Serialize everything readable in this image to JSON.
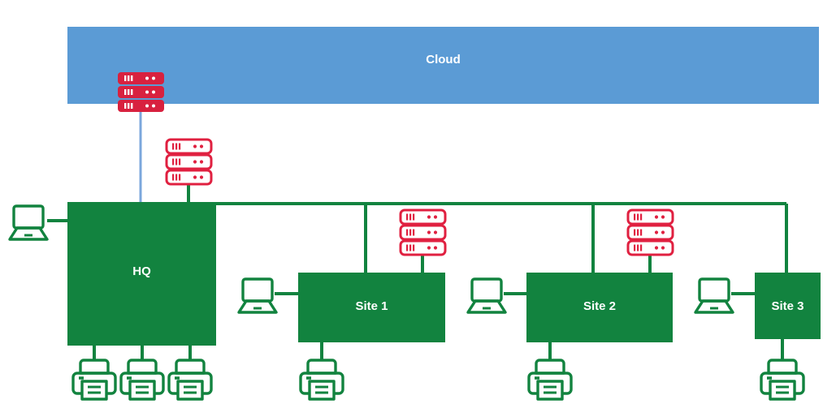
{
  "diagram": {
    "type": "network-topology",
    "title_visible": false,
    "background": "#ffffff"
  },
  "colors": {
    "cloud_blue": "#5B9BD5",
    "site_green": "#12833F",
    "line_green": "#12833F",
    "server_red": "#D8213F",
    "server_red_outline": "#E02040",
    "server_fill_white": "#ffffff",
    "link_blue": "#7BA7DC",
    "label_white": "#ffffff"
  },
  "nodes": {
    "cloud": {
      "label": "Cloud",
      "shape": "rectangle",
      "fill": "#5B9BD5"
    },
    "hq": {
      "label": "HQ",
      "shape": "rectangle",
      "fill": "#12833F"
    },
    "site1": {
      "label": "Site 1",
      "shape": "rectangle",
      "fill": "#12833F"
    },
    "site2": {
      "label": "Site 2",
      "shape": "rectangle",
      "fill": "#12833F"
    },
    "site3": {
      "label": "Site 3",
      "shape": "rectangle",
      "fill": "#12833F"
    }
  },
  "icons": {
    "server_solid": {
      "name": "server-stack-icon",
      "style": "solid-red",
      "units": 3
    },
    "server_outline": {
      "name": "server-stack-icon",
      "style": "outline-red",
      "units": 3
    },
    "laptop": {
      "name": "laptop-icon",
      "style": "outline-green"
    },
    "printer": {
      "name": "printer-icon",
      "style": "outline-green"
    }
  },
  "devices": {
    "servers": [
      {
        "id": "server-cloud",
        "style": "solid",
        "attached_to": "cloud",
        "link_color": "#7BA7DC"
      },
      {
        "id": "server-hq",
        "style": "outline",
        "attached_to": "hq",
        "link_color": "#12833F"
      },
      {
        "id": "server-site1",
        "style": "outline",
        "attached_to": "site1",
        "link_color": "#12833F"
      },
      {
        "id": "server-site2",
        "style": "outline",
        "attached_to": "site2",
        "link_color": "#12833F"
      }
    ],
    "laptops": [
      {
        "id": "laptop-hq",
        "attached_to": "hq"
      },
      {
        "id": "laptop-site1",
        "attached_to": "site1"
      },
      {
        "id": "laptop-site2",
        "attached_to": "site2"
      },
      {
        "id": "laptop-site3",
        "attached_to": "site3"
      }
    ],
    "printers": [
      {
        "id": "printer-hq-1",
        "attached_to": "hq"
      },
      {
        "id": "printer-hq-2",
        "attached_to": "hq"
      },
      {
        "id": "printer-hq-3",
        "attached_to": "hq"
      },
      {
        "id": "printer-site1",
        "attached_to": "site1"
      },
      {
        "id": "printer-site2",
        "attached_to": "site2"
      },
      {
        "id": "printer-site3",
        "attached_to": "site3"
      }
    ]
  },
  "links": [
    {
      "from": "server-cloud",
      "to": "hq",
      "color": "#7BA7DC"
    },
    {
      "from": "server-hq",
      "to": "hq",
      "color": "#12833F"
    },
    {
      "from": "hq",
      "to": "site1",
      "color": "#12833F"
    },
    {
      "from": "hq",
      "to": "site2",
      "color": "#12833F"
    },
    {
      "from": "hq",
      "to": "site3",
      "color": "#12833F"
    },
    {
      "from": "server-site1",
      "to": "site1",
      "color": "#12833F"
    },
    {
      "from": "server-site2",
      "to": "site2",
      "color": "#12833F"
    }
  ]
}
